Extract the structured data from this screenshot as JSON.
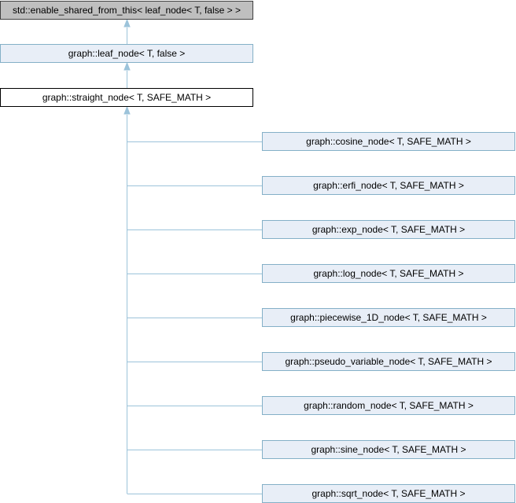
{
  "base_class": {
    "label": "std::enable_shared_from_this< leaf_node< T, false > >"
  },
  "parent_class": {
    "label": "graph::leaf_node< T, false >"
  },
  "current_class": {
    "label": "graph::straight_node< T, SAFE_MATH >"
  },
  "derived_classes": [
    {
      "label": "graph::cosine_node< T, SAFE_MATH >"
    },
    {
      "label": "graph::erfi_node< T, SAFE_MATH >"
    },
    {
      "label": "graph::exp_node< T, SAFE_MATH >"
    },
    {
      "label": "graph::log_node< T, SAFE_MATH >"
    },
    {
      "label": "graph::piecewise_1D_node< T, SAFE_MATH >"
    },
    {
      "label": "graph::pseudo_variable_node< T, SAFE_MATH >"
    },
    {
      "label": "graph::random_node< T, SAFE_MATH >"
    },
    {
      "label": "graph::sine_node< T, SAFE_MATH >"
    },
    {
      "label": "graph::sqrt_node< T, SAFE_MATH >"
    }
  ],
  "colors": {
    "edge": "#9CC3DA",
    "node_fill": "#E8EEF7",
    "node_border": "#84B0C7",
    "base_fill": "#BFBFBF",
    "current_fill": "#FFFFFF"
  }
}
